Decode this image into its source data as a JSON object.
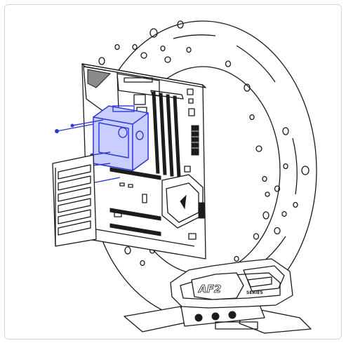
{
  "illustration": {
    "logo_text": "AF2",
    "logo_subtext": "SERIES",
    "colors": {
      "line": "#1a1a1a",
      "highlight": "#2d3bd6",
      "highlight_fill": "#c9ceff",
      "background": "#ffffff",
      "frame_border": "#d6d6d6"
    },
    "icons": [
      "brake-disc",
      "motherboard",
      "water-block",
      "screw",
      "io-bracket",
      "caliper-stand"
    ]
  }
}
